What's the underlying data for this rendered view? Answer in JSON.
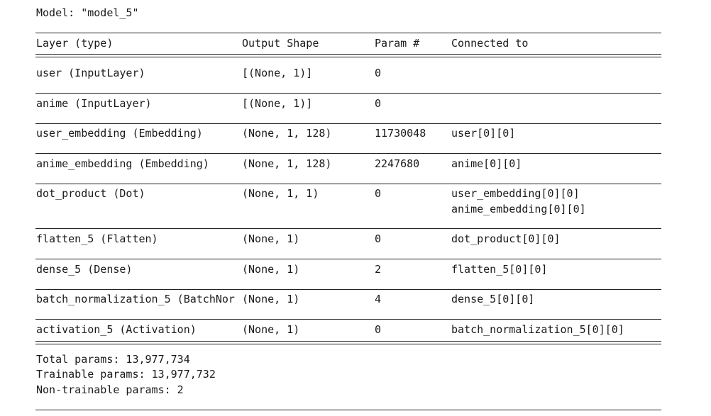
{
  "model_title": "Model: \"model_5\"",
  "headers": {
    "layer": "Layer (type)",
    "output_shape": "Output Shape",
    "params": "Param #",
    "connected_to": "Connected to"
  },
  "rows": [
    {
      "layer": "user (InputLayer)",
      "shape": "[(None, 1)]",
      "params": "0",
      "connected": []
    },
    {
      "layer": "anime (InputLayer)",
      "shape": "[(None, 1)]",
      "params": "0",
      "connected": []
    },
    {
      "layer": "user_embedding (Embedding)",
      "shape": "(None, 1, 128)",
      "params": "11730048",
      "connected": [
        "user[0][0]"
      ]
    },
    {
      "layer": "anime_embedding (Embedding)",
      "shape": "(None, 1, 128)",
      "params": "2247680",
      "connected": [
        "anime[0][0]"
      ]
    },
    {
      "layer": "dot_product (Dot)",
      "shape": "(None, 1, 1)",
      "params": "0",
      "connected": [
        "user_embedding[0][0]",
        "anime_embedding[0][0]"
      ]
    },
    {
      "layer": "flatten_5 (Flatten)",
      "shape": "(None, 1)",
      "params": "0",
      "connected": [
        "dot_product[0][0]"
      ]
    },
    {
      "layer": "dense_5 (Dense)",
      "shape": "(None, 1)",
      "params": "2",
      "connected": [
        "flatten_5[0][0]"
      ]
    },
    {
      "layer": "batch_normalization_5 (BatchNor",
      "shape": "(None, 1)",
      "params": "4",
      "connected": [
        "dense_5[0][0]"
      ]
    },
    {
      "layer": "activation_5 (Activation)",
      "shape": "(None, 1)",
      "params": "0",
      "connected": [
        "batch_normalization_5[0][0]"
      ]
    }
  ],
  "summary": {
    "total": "Total params: 13,977,734",
    "trainable": "Trainable params: 13,977,732",
    "non_trainable": "Non-trainable params: 2"
  }
}
